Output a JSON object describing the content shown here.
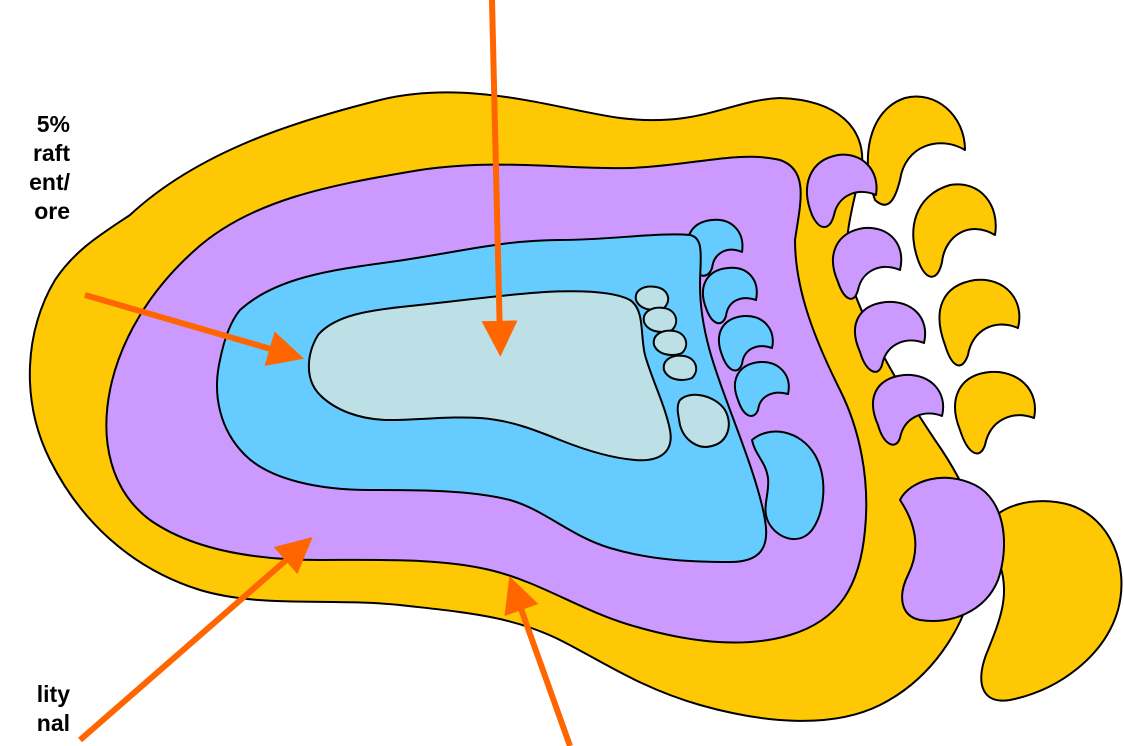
{
  "colors": {
    "outer_layer": "#FFC805",
    "middle_layer": "#CC99FF",
    "inner_layer": "#66CCFF",
    "core": "#BCE0E6",
    "arrow": "#FF6600",
    "outline": "#000000"
  },
  "labels": {
    "core_label": [
      "5%",
      "raft",
      "ent/",
      "ore"
    ],
    "bottom_label": [
      "lity",
      "nal"
    ]
  }
}
